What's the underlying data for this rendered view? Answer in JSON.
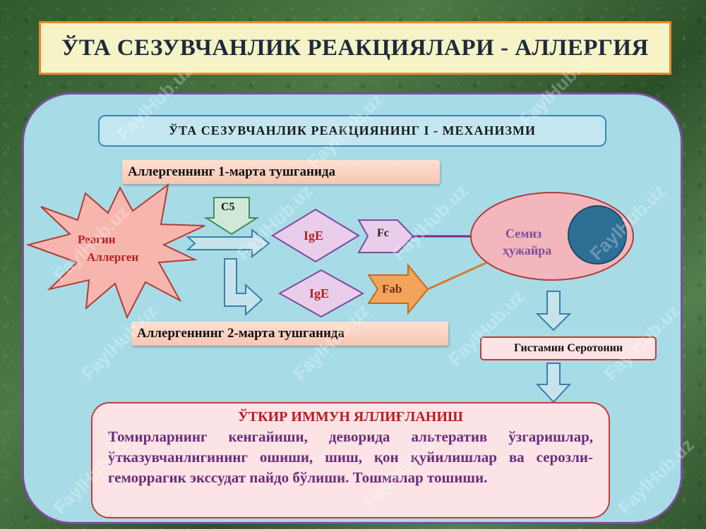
{
  "title": "ЎТА СЕЗУВЧАНЛИК РЕАКЦИЯЛАРИ - АЛЛЕРГИЯ",
  "subtitle": "ЎТА  СЕЗУВЧАНЛИК  РЕАКЦИЯНИНГ  I - МЕХАНИЗМИ",
  "first_exposure": "Аллергеннинг 1-марта тушганида",
  "second_exposure": "Аллергеннинг 2-марта тушганида",
  "reagin_label": "Реагин",
  "allergen_label": "Аллерген",
  "c5_label": "C5",
  "ige_top": "IgE",
  "ige_bottom": "IgE",
  "fc_label": "Fc",
  "fab_label": "Fab",
  "mast_cell_line1": "Семиз",
  "mast_cell_line2": "ҳужайра",
  "mediators": "Гистамин Серотонин",
  "result_title": "ЎТКИР ИММУН ЯЛЛИҒЛАНИШ",
  "result_text": "Томирларнинг кенгайиши, деворида альтератив ўзгаришлар, ўтказувчанлигининг ошиши, шиш, қон қуйилишлар ва серозли-геморрагик экссудат пайдо бўлиши. Тошмалар тошиши.",
  "watermark": "FaylHub.uz",
  "colors": {
    "title_bg": "#f6f3c6",
    "title_border": "#e58b2c",
    "panel_bg": "#a7dce6",
    "panel_border": "#7b4f9c",
    "star_fill": "#f7b6ad",
    "ige_fill": "#e9cdea",
    "fab_fill": "#f3a45a",
    "mast_cell_fill": "#f4b6bd",
    "nucleus_fill": "#2e6f96",
    "result_title_color": "#b31f1f",
    "result_text_color": "#6b2d7a"
  }
}
